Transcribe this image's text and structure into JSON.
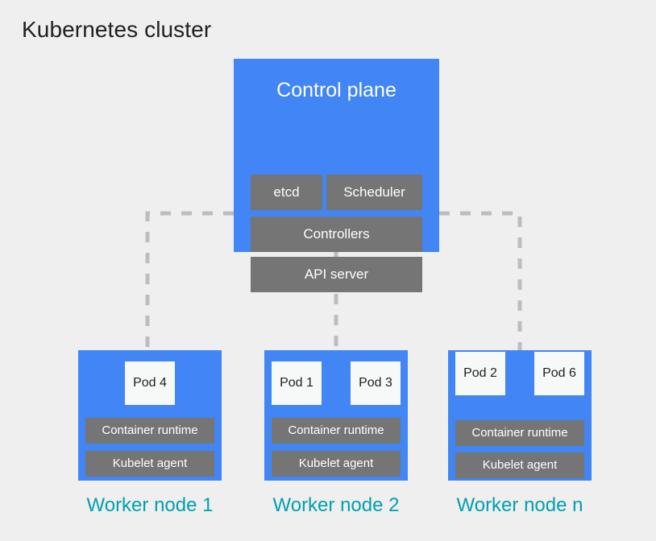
{
  "diagram": {
    "title": "Kubernetes cluster",
    "background_color": "#efefef",
    "node_color": "#4285f4",
    "component_color": "#757575",
    "pod_color": "#f7f8f8",
    "label_color": "#00a0b0",
    "connector_color": "#bdbdbd",
    "title_color": "#202124"
  },
  "control_plane": {
    "title": "Control plane",
    "components": [
      {
        "label": "etcd"
      },
      {
        "label": "Scheduler"
      },
      {
        "label": "Controllers"
      },
      {
        "label": "API server"
      }
    ]
  },
  "worker_nodes": [
    {
      "label": "Worker node 1",
      "pods": [
        {
          "label": "Pod 4"
        }
      ],
      "components": [
        {
          "label": "Container runtime"
        },
        {
          "label": "Kubelet agent"
        }
      ]
    },
    {
      "label": "Worker node 2",
      "pods": [
        {
          "label": "Pod 1"
        },
        {
          "label": "Pod 3"
        }
      ],
      "components": [
        {
          "label": "Container runtime"
        },
        {
          "label": "Kubelet agent"
        }
      ]
    },
    {
      "label": "Worker node n",
      "pods": [
        {
          "label": "Pod 2"
        },
        {
          "label": "Pod 6"
        }
      ],
      "components": [
        {
          "label": "Container runtime"
        },
        {
          "label": "Kubelet agent"
        }
      ]
    }
  ]
}
